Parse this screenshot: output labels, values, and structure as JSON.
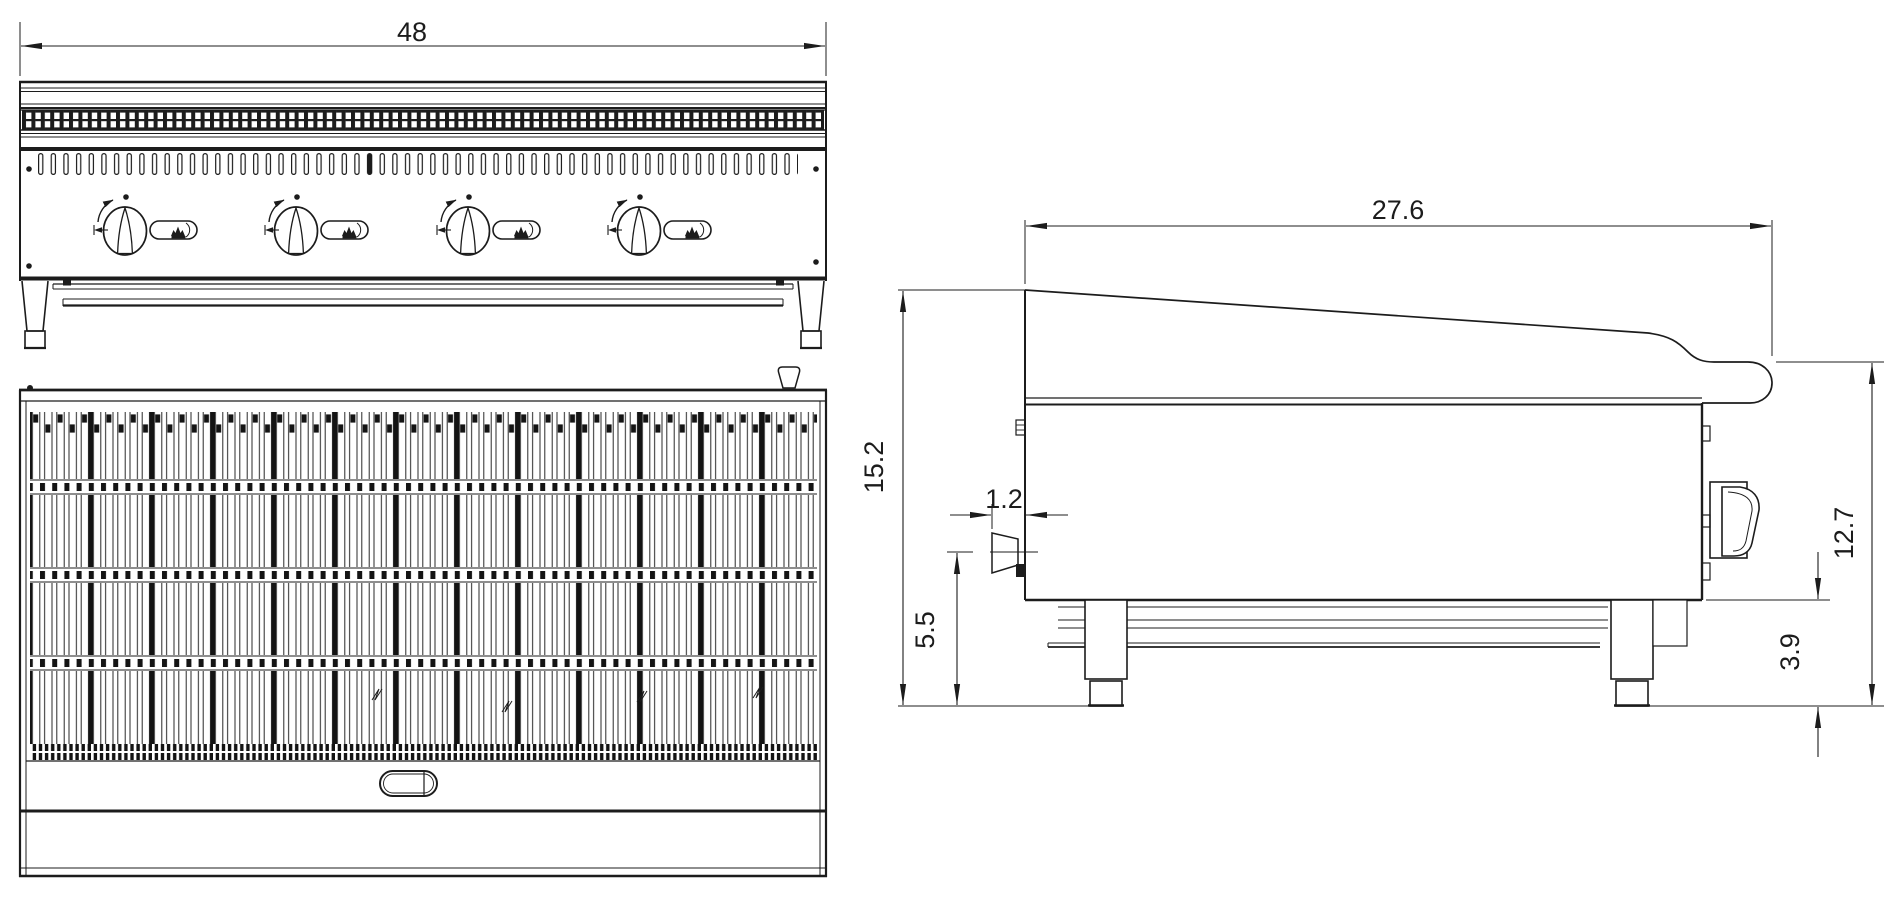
{
  "colors": {
    "ink": "#1c1c1c",
    "background": "#ffffff"
  },
  "views": {
    "front": {
      "burner_knob_count": 4
    },
    "top": {
      "grate_section_count": 4
    },
    "side": {}
  },
  "dimensions": {
    "front_width": "48",
    "side_depth": "27.6",
    "side_overall_height": "15.2",
    "side_knob_protrusion": "1.2",
    "side_gas_valve_height": "5.5",
    "side_front_edge_height": "12.7",
    "side_leg_height": "3.9"
  }
}
